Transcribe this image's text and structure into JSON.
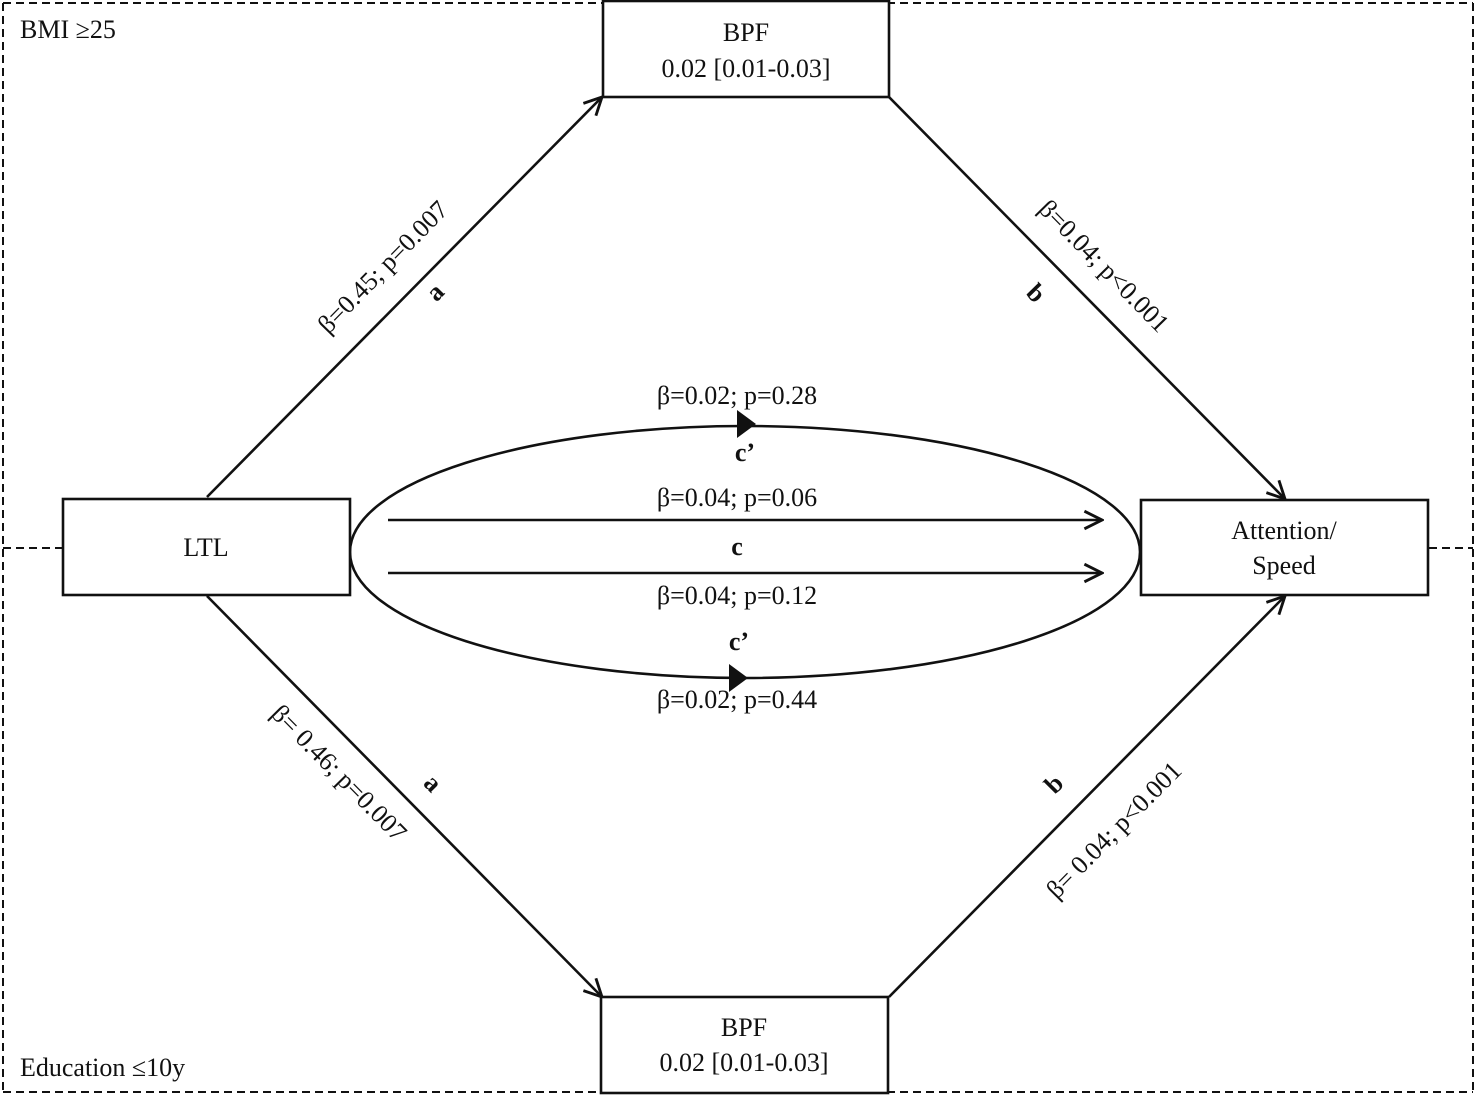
{
  "panels": {
    "top_label": "BMI ≥25",
    "bottom_label": "Education ≤10y"
  },
  "nodes": {
    "ltl": "LTL",
    "bpf_top": {
      "title": "BPF",
      "value": "0.02 [0.01-0.03]"
    },
    "bpf_bottom": {
      "title": "BPF",
      "value": "0.02 [0.01-0.03]"
    },
    "outcome": {
      "line1": "Attention/",
      "line2": "Speed"
    }
  },
  "paths": {
    "a_top": {
      "letter": "a",
      "stats": "β=0.45; p=0.007"
    },
    "b_top": {
      "letter": "b",
      "stats": "β=0.04; p<0.001"
    },
    "a_bottom": {
      "letter": "a",
      "stats": "β= 0.46; p=0.007"
    },
    "b_bottom": {
      "letter": "b",
      "stats": "β= 0.04; p<0.001"
    },
    "c_prime_top": {
      "letter": "c’",
      "stats": "β=0.02; p=0.28"
    },
    "c_top": {
      "stats": "β=0.04; p=0.06"
    },
    "c": {
      "letter": "c"
    },
    "c_bottom": {
      "stats": "β=0.04; p=0.12"
    },
    "c_prime_bottom": {
      "letter": "c’",
      "stats": "β=0.02; p=0.44"
    }
  }
}
